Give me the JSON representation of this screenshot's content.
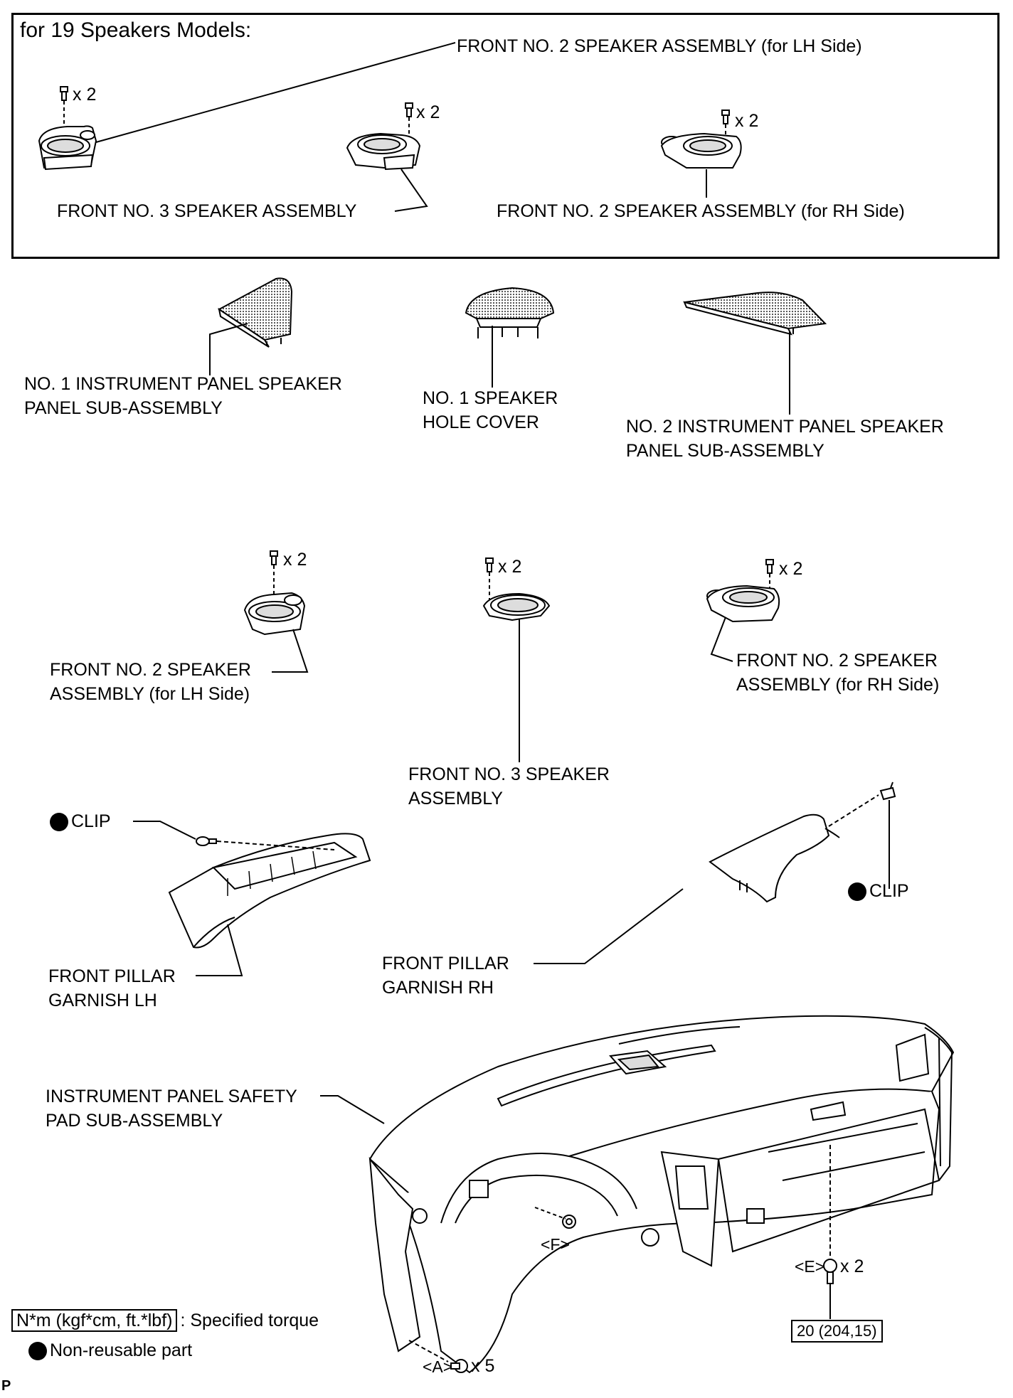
{
  "inset": {
    "title": "for 19 Speakers Models:",
    "lh_speaker": "FRONT NO. 2 SPEAKER ASSEMBLY (for LH Side)",
    "center_speaker": "FRONT NO. 3 SPEAKER ASSEMBLY",
    "rh_speaker": "FRONT NO. 2 SPEAKER ASSEMBLY (for RH Side)",
    "qty_lh": "x 2",
    "qty_center": "x 2",
    "qty_rh": "x 2"
  },
  "panels": {
    "no1_line1": "NO. 1 INSTRUMENT PANEL SPEAKER",
    "no1_line2": "PANEL SUB-ASSEMBLY",
    "cover_line1": "NO. 1 SPEAKER",
    "cover_line2": "HOLE COVER",
    "no2_line1": "NO. 2 INSTRUMENT PANEL SPEAKER",
    "no2_line2": "PANEL SUB-ASSEMBLY"
  },
  "speakers": {
    "lh_line1": "FRONT NO. 2 SPEAKER",
    "lh_line2": "ASSEMBLY (for LH Side)",
    "rh_line1": "FRONT NO. 2 SPEAKER",
    "rh_line2": "ASSEMBLY (for RH Side)",
    "center_line1": "FRONT NO. 3 SPEAKER",
    "center_line2": "ASSEMBLY",
    "qty_lh": "x 2",
    "qty_center": "x 2",
    "qty_rh": "x 2"
  },
  "pillars": {
    "clip_lh": "CLIP",
    "clip_rh": "CLIP",
    "lh_line1": "FRONT PILLAR",
    "lh_line2": "GARNISH LH",
    "rh_line1": "FRONT PILLAR",
    "rh_line2": "GARNISH RH"
  },
  "dash": {
    "line1": "INSTRUMENT PANEL SAFETY",
    "line2": "PAD SUB-ASSEMBLY",
    "point_f": "<F>",
    "point_e": "<E>",
    "point_a": "<A>",
    "qty_e": "x 2",
    "qty_a": "x 5",
    "torque": "20 (204,15)"
  },
  "legend": {
    "torque_box": "N*m (kgf*cm, ft.*lbf)",
    "torque_text": ": Specified torque",
    "nonreusable": "Non-reusable part"
  },
  "corner_mark": "P"
}
